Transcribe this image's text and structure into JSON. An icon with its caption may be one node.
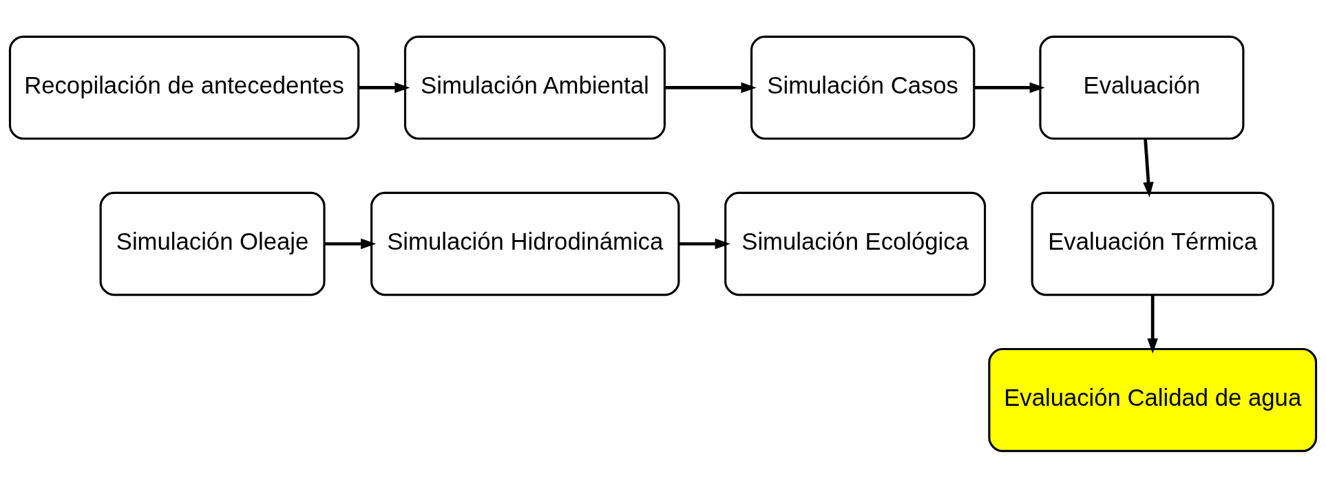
{
  "diagram": {
    "nodes": [
      {
        "text": [
          "Recopilación de antecedentes"
        ]
      },
      {
        "text": [
          "Simulación Ambiental"
        ]
      },
      {
        "text": [
          "Simulación Casos"
        ]
      },
      {
        "text": [
          "Evaluación"
        ]
      },
      {
        "text": [
          "Simulación Oleaje"
        ]
      },
      {
        "text": [
          "Simulación Hidrodinámica"
        ]
      },
      {
        "text": [
          "Simulación Ecológica"
        ]
      },
      {
        "text": [
          "Evaluación Térmica"
        ]
      },
      {
        "text": [
          "Evaluación Calidad de agua"
        ]
      }
    ],
    "edges": [
      {
        "from": 0,
        "to": 1,
        "arrow": "to"
      },
      {
        "from": 1,
        "to": 2,
        "arrow": "to"
      },
      {
        "from": 2,
        "to": 3,
        "arrow": "to"
      },
      {
        "from": 3,
        "to": 7,
        "arrow": "to"
      },
      {
        "from": 4,
        "to": 5,
        "arrow": "to"
      },
      {
        "from": 5,
        "to": 6,
        "arrow": "to"
      },
      {
        "from": 7,
        "to": 8,
        "arrow": "to"
      }
    ]
  }
}
